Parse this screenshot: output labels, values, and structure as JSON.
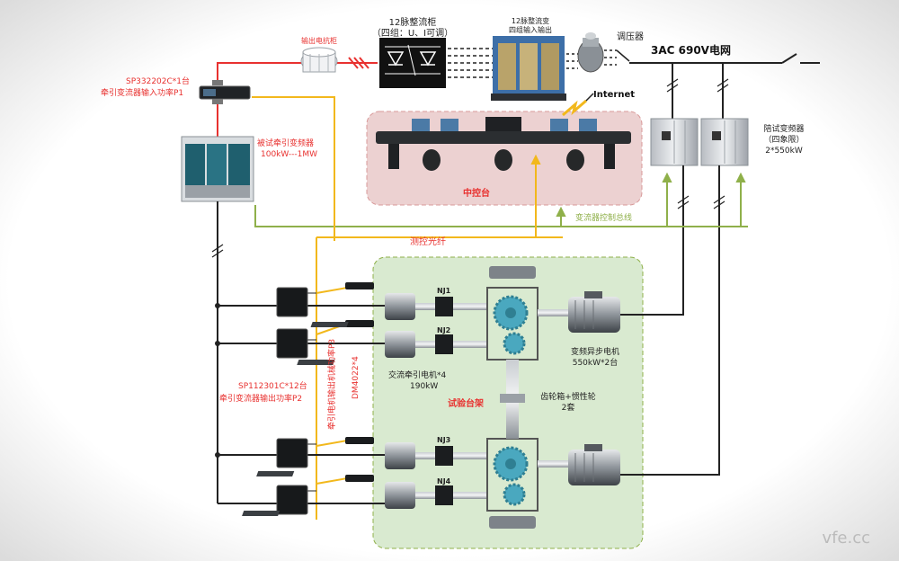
{
  "labels": {
    "rectifier_cabinet": "12脉整流柜",
    "rectifier_note": "（四组：U、I可调）",
    "rect_transformer": "12脉整流变",
    "rect_transformer_note": "四组输入输出",
    "voltage_regulator": "调压器",
    "grid": "3AC  690V电网",
    "output_reactor": "输出电抗柜",
    "p1_meter_model": "SP332202C*1台",
    "p1_meter_desc": "牵引变流器输入功率P1",
    "internet": "Internet",
    "dut_converter": "被试牵引变频器",
    "dut_range": "100kW---1MW",
    "central_console": "中控台",
    "companion_converter": "陪试变频器",
    "companion_mode": "（四象限）",
    "companion_rating": "2*550kW",
    "control_bus": "变流器控制总线",
    "fiber": "测控光纤",
    "p2_meter_model": "SP112301C*12台",
    "p2_meter_desc": "牵引变流器输出功率P2",
    "p3_desc": "牵引电机输出机械功率P3",
    "p3_model": "DM4022*4",
    "traction_motor": "交流牵引电机*4",
    "traction_motor_rating": "190kW",
    "test_bench": "试验台架",
    "async_motor": "变频异步电机",
    "async_motor_rating": "550kW*2台",
    "gearbox": "齿轮箱+惯性轮",
    "gearbox_count": "2套",
    "nj1": "NJ1",
    "nj2": "NJ2",
    "nj3": "NJ3",
    "nj4": "NJ4",
    "watermark": "vfe.cc"
  },
  "colors": {
    "power_line": "#e8312f",
    "fiber_line": "#f2b81c",
    "bus_line": "#8fb04a",
    "console_bg": "#ecd1d1",
    "bench_bg": "#d9ead0",
    "wire": "#222222",
    "gear": "#4aa8bf"
  }
}
